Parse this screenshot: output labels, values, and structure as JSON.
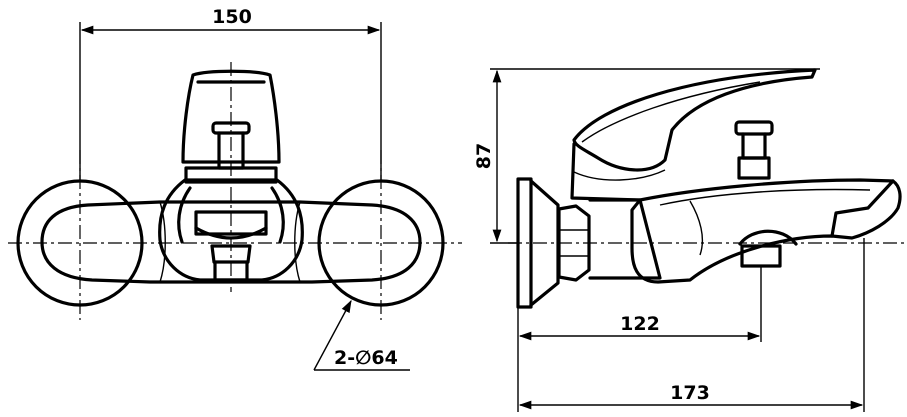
{
  "dimensions": {
    "front_width": "150",
    "flange_count_diameter": "2-∅64",
    "height": "87",
    "spout_reach": "122",
    "overall_length": "173"
  },
  "colors": {
    "ink": "#000000",
    "background": "#ffffff"
  }
}
